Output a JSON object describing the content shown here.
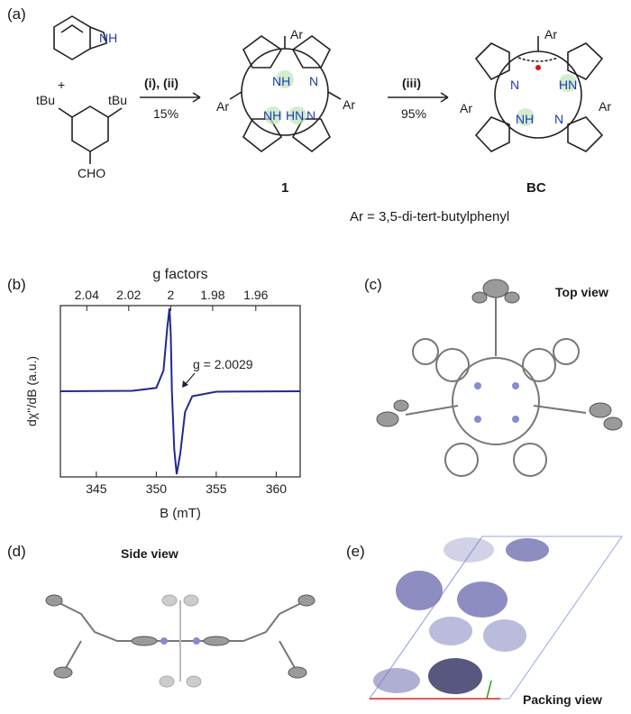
{
  "panels": {
    "a": {
      "label": "(a)",
      "reagents_step1": "(i), (ii)",
      "yield_step1": "15%",
      "reagents_step3": "(iii)",
      "yield_step3": "95%",
      "plus": "+",
      "atoms": {
        "nh": "NH",
        "n": "N",
        "hn": "HN",
        "cho": "CHO",
        "tbu": "tBu",
        "ar": "Ar"
      },
      "compound1": "1",
      "compoundBC": "BC",
      "ar_definition": "Ar = 3,5-di-tert-butylphenyl"
    },
    "b": {
      "label": "(b)",
      "annotation": "g = 2.0029"
    },
    "c": {
      "label": "(c)",
      "title": "Top view"
    },
    "d": {
      "label": "(d)",
      "title": "Side view"
    },
    "e": {
      "label": "(e)",
      "title": "Packing view"
    }
  },
  "chart_data": {
    "type": "line",
    "xlabel": "B (mT)",
    "ylabel": "dχ''/dB (a.u.)",
    "top_axis_label": "g factors",
    "xlim": [
      342,
      362
    ],
    "x_ticks": [
      345,
      350,
      355,
      360
    ],
    "top_ticks": [
      "2.04",
      "2.02",
      "2",
      "1.98",
      "1.96"
    ],
    "top_tick_positions_mT": [
      344.2,
      347.7,
      351.2,
      354.7,
      358.3
    ],
    "grid": false,
    "series": [
      {
        "color": "#1f2a8f",
        "x": [
          342,
          348,
          350,
          350.6,
          350.9,
          351.1,
          351.2,
          351.3,
          351.5,
          351.7,
          352.0,
          352.4,
          353,
          355,
          362
        ],
        "y": [
          0,
          0.005,
          0.04,
          0.25,
          0.75,
          1.0,
          0.7,
          0,
          -0.7,
          -1.0,
          -0.75,
          -0.25,
          -0.06,
          -0.005,
          0
        ]
      }
    ]
  }
}
